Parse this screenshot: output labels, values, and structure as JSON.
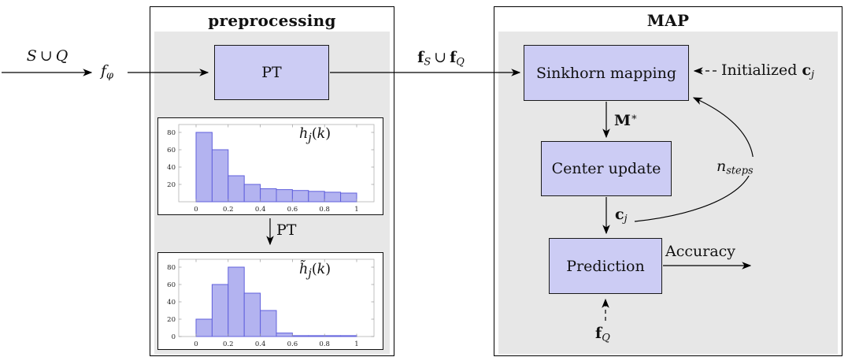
{
  "labels": {
    "input": {
      "s": "S",
      "cup": "∪",
      "q": "Q"
    },
    "encoder": {
      "base": "f",
      "sub": "φ"
    },
    "features": {
      "f1": "f",
      "s1": "S",
      "cup": "∪",
      "f2": "f",
      "s2": "Q"
    }
  },
  "preprocessing": {
    "title": "preprocessing",
    "pt_box_label": "PT",
    "pt_transform_label": "PT"
  },
  "map": {
    "title": "MAP",
    "sinkhorn_label": "Sinkhorn mapping",
    "center_update_label": "Center update",
    "prediction_label": "Prediction",
    "accuracy_label": "Accuracy",
    "initialized": {
      "text": "Initialized",
      "c": "c",
      "sub": "j"
    },
    "m_star": {
      "base": "M",
      "sup": "∗"
    },
    "c_j": {
      "base": "c",
      "sub": "j"
    },
    "n_steps": {
      "base": "n",
      "sub": "steps"
    },
    "f_q": {
      "base": "f",
      "sub": "Q"
    }
  },
  "colors": {
    "node_fill": "#ccccf4",
    "node_border": "#1a1a1a",
    "panel_gray": "#e7e7e7",
    "bar_fill": "#b3b3f0",
    "bar_border": "#6060dd",
    "arrow": "#000000"
  },
  "chart_data": [
    {
      "type": "bar",
      "title": "h_j(k)",
      "title_parts": {
        "base": "h",
        "sub": "j",
        "open": "(",
        "arg": "k",
        "close": ")"
      },
      "bin_start": 0,
      "bin_width": 0.1,
      "values": [
        80,
        60,
        30,
        20,
        15,
        14,
        13,
        12,
        11,
        10
      ],
      "yticks": [
        20,
        40,
        60,
        80
      ],
      "xticks": [
        "0",
        "0.2",
        "0.4",
        "0.6",
        "0.8",
        "1"
      ],
      "xlim": [
        0,
        1
      ],
      "ylim": [
        0,
        88
      ],
      "grid": false,
      "legend": "none"
    },
    {
      "type": "bar",
      "title": "h̃_j(k)",
      "title_parts": {
        "base": "h̃",
        "sub": "j",
        "open": "(",
        "arg": "k",
        "close": ")"
      },
      "bin_start": 0,
      "bin_width": 0.1,
      "values": [
        20,
        60,
        80,
        50,
        30,
        4,
        1,
        1,
        1,
        1
      ],
      "yticks": [
        0,
        20,
        40,
        60,
        80
      ],
      "xticks": [
        "0",
        "0.2",
        "0.4",
        "0.6",
        "0.8",
        "1"
      ],
      "xlim": [
        0,
        1
      ],
      "ylim": [
        0,
        88
      ],
      "grid": false,
      "legend": "none"
    }
  ]
}
